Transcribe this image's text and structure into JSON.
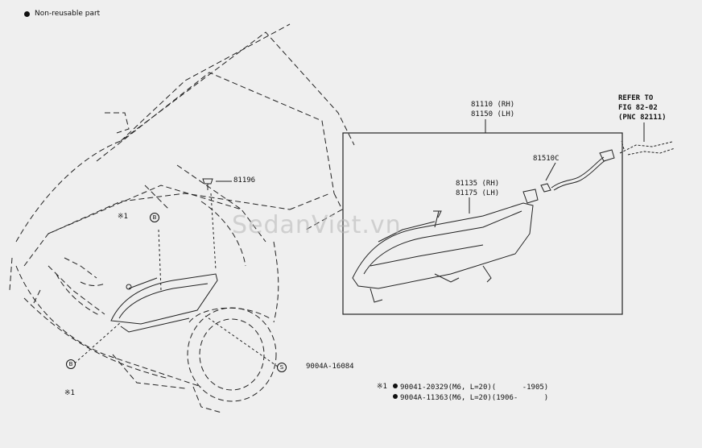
{
  "legend": {
    "icon": "filled-circle",
    "text": "Non-reusable part"
  },
  "watermark": "SedanViet.vn",
  "parts": {
    "p81196": "81196",
    "p81110": "81110 (RH)",
    "p81150": "81150 (LH)",
    "p81510c": "81510C",
    "p81135": "81135 (RH)",
    "p81175": "81175 (LH)",
    "refer1": "REFER TO",
    "refer2": "FIG 82-02",
    "refer3": "(PNC 82111)",
    "screw": "9004A-16084"
  },
  "marks": {
    "b": "B",
    "s": "S",
    "note1_mark": "※1",
    "note1_mark_b": "※1"
  },
  "notes": {
    "mark": "※1",
    "line1": "90041-20329(M6, L=20)(      -1905)",
    "line2": "9004A-11363(M6, L=20)(1906-      )"
  }
}
